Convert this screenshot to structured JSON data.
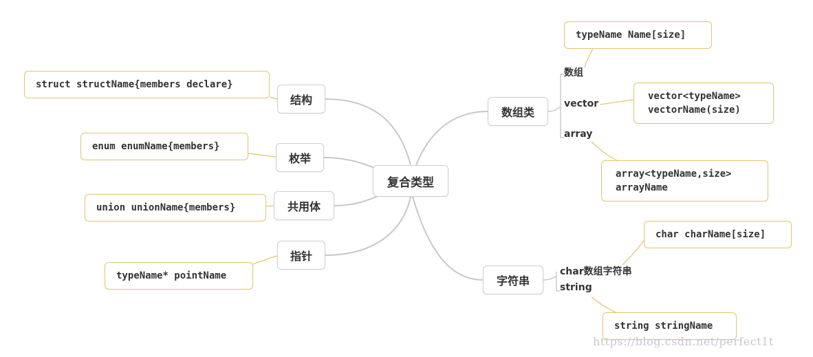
{
  "root": {
    "label": "复合类型"
  },
  "left_branches": [
    {
      "label": "结构",
      "note": "struct structName{members declare}"
    },
    {
      "label": "枚举",
      "note": "enum enumName{members}"
    },
    {
      "label": "共用体",
      "note": "union unionName{members}"
    },
    {
      "label": "指针",
      "note": "typeName* pointName"
    }
  ],
  "right_branches": [
    {
      "label": "数组类",
      "children": [
        {
          "label": "数组",
          "note": "typeName Name[size]"
        },
        {
          "label": "vector",
          "note": "vector<typeName>\nvectorName(size)"
        },
        {
          "label": "array",
          "note": "array<typeName,size>\narrayName"
        }
      ]
    },
    {
      "label": "字符串",
      "children": [
        {
          "label": "char数组字符串",
          "note": "char charName[size]"
        },
        {
          "label": "string",
          "note": "string stringName"
        }
      ]
    }
  ],
  "watermark": "https://blog.csdn.net/perfect1t",
  "colors": {
    "branch_line": "#c8c8c8",
    "note_line": "#e0c46c",
    "note_border": "#e0c46c",
    "node_border": "#cfcfcf"
  }
}
